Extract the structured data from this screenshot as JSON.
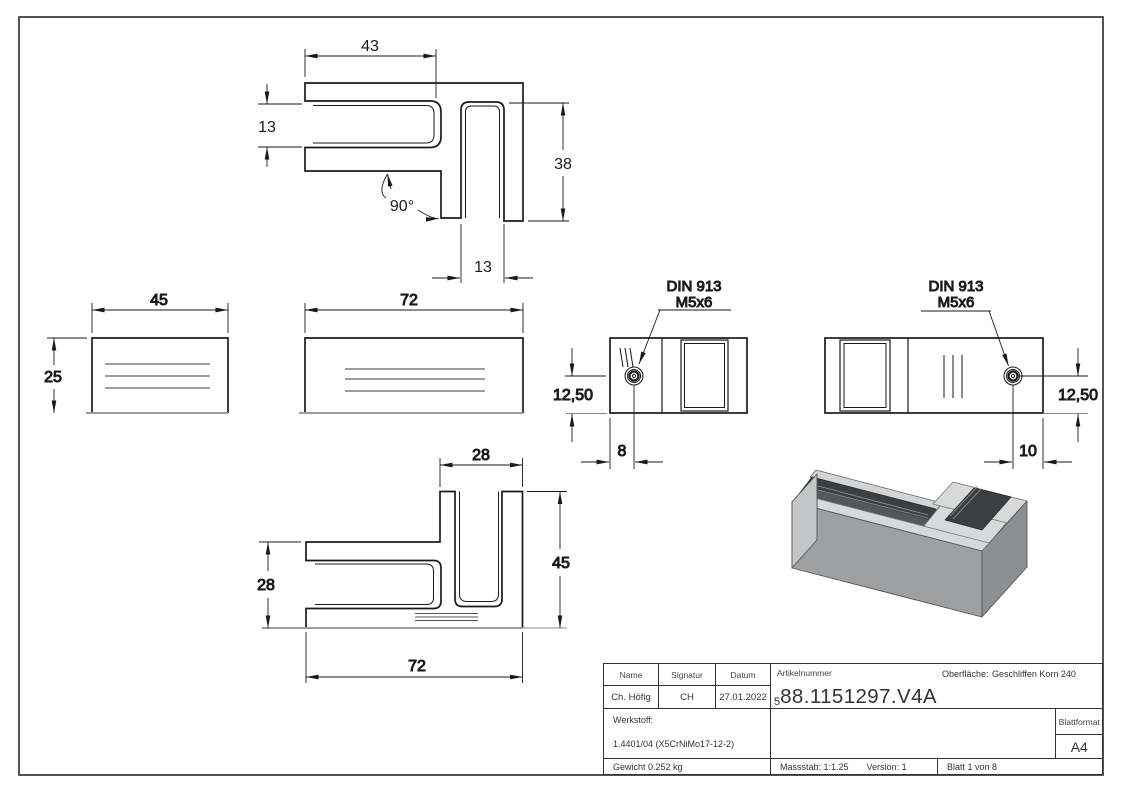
{
  "views": {
    "top_view": {
      "dim_width": "43",
      "dim_slot": "13",
      "dim_depth": "38",
      "dim_angle": "90°",
      "dim_slot_bottom": "13"
    },
    "front_view_short": {
      "dim_width": "45",
      "dim_height": "25"
    },
    "front_view_long": {
      "dim_width": "72"
    },
    "side_view_left": {
      "callout": [
        "DIN 913",
        "M5x6"
      ],
      "dim_center": "12,50",
      "dim_offset": "8"
    },
    "side_view_right": {
      "callout": [
        "DIN 913",
        "M5x6"
      ],
      "dim_center": "12,50",
      "dim_offset": "10"
    },
    "bottom_view": {
      "dim_slot": "28",
      "dim_arm": "28",
      "dim_height": "45",
      "dim_width": "72"
    }
  },
  "title_block": {
    "name_label": "Name",
    "signature_label": "Signatur",
    "date_label": "Datum",
    "name_value": "Ch. Höfig",
    "signature_value": "CH",
    "date_value": "27.01.2022",
    "article_label": "Artikelnummer",
    "article_prefix": "5",
    "article_number": "88.1151297.V4A",
    "surface_label": "Oberfläche:",
    "surface_value": "Geschliffen Korn 240",
    "material_label": "Werkstoff:",
    "material_value": "1.4401/04 (X5CrNiMo17-12-2)",
    "weight": "Gewicht 0.252 kg",
    "scale": "Massstab: 1:1.25",
    "version": "Version: 1",
    "sheet_info": "Blatt 1 von 8",
    "format_label": "Blattformat",
    "format_value": "A4"
  },
  "colors": {
    "line": "#1a1a1a",
    "tangent_gray": "#9b9b9b",
    "iso_top": "#d8d9da",
    "iso_front": "#9ea0a2",
    "iso_side": "#8d8f91",
    "iso_end": "#c3c5c7",
    "iso_slot_dark": "#3c3e40"
  }
}
